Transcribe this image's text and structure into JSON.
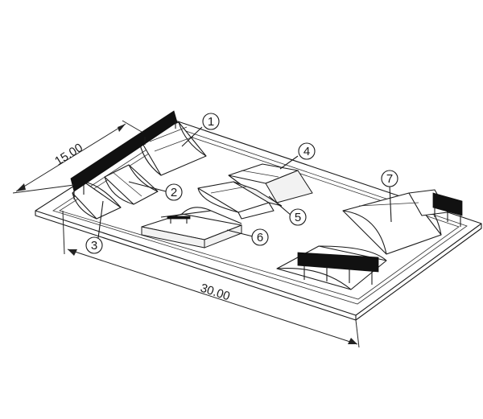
{
  "dimensions": {
    "width_label": "15.00",
    "length_label": "30.00"
  },
  "callouts": [
    "1",
    "2",
    "3",
    "4",
    "5",
    "6",
    "7"
  ]
}
